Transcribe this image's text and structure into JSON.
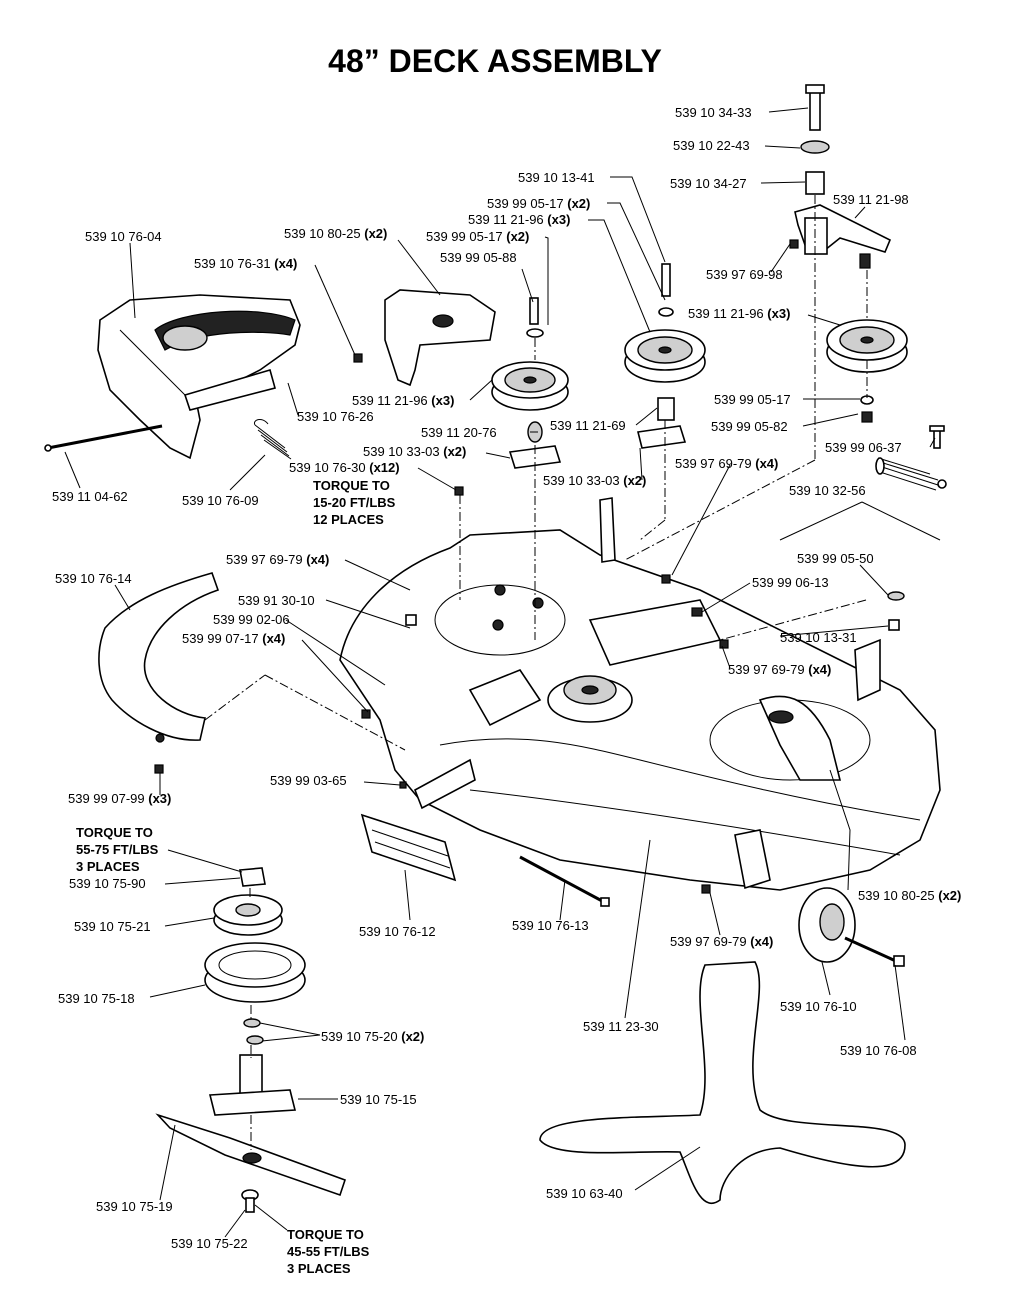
{
  "title": "48” DECK ASSEMBLY",
  "labels": {
    "p3410_34_33": {
      "text": "539 10 34-33",
      "qty": ""
    },
    "p3410_22_43": {
      "text": "539 10 22-43",
      "qty": ""
    },
    "p3910_13_41": {
      "text": "539 10 13-41",
      "qty": ""
    },
    "p3910_34_27": {
      "text": "539 10 34-27",
      "qty": ""
    },
    "p3999_05_17a": {
      "text": "539 99 05-17",
      "qty": "(x2)"
    },
    "p3911_21_96a": {
      "text": "539 11 21-96",
      "qty": "(x3)"
    },
    "p3911_21_98": {
      "text": "539 11 21-98",
      "qty": ""
    },
    "p3910_76_04": {
      "text": "539 10 76-04",
      "qty": ""
    },
    "p3910_80_25a": {
      "text": "539 10 80-25",
      "qty": "(x2)"
    },
    "p3999_05_17b": {
      "text": "539 99 05-17",
      "qty": "(x2)"
    },
    "p3910_76_31": {
      "text": "539 10 76-31",
      "qty": "(x4)"
    },
    "p3999_05_88": {
      "text": "539 99 05-88",
      "qty": ""
    },
    "p3997_69_98": {
      "text": "539 97 69-98",
      "qty": ""
    },
    "p3911_21_96b": {
      "text": "539 11 21-96",
      "qty": "(x3)"
    },
    "p3911_21_96c": {
      "text": "539 11 21-96",
      "qty": "(x3)"
    },
    "p3910_76_26": {
      "text": "539 10 76-26",
      "qty": ""
    },
    "p3999_05_17c": {
      "text": "539 99 05-17",
      "qty": ""
    },
    "p3911_20_76": {
      "text": "539 11 20-76",
      "qty": ""
    },
    "p3911_21_69": {
      "text": "539 11 21-69",
      "qty": ""
    },
    "p3999_05_82": {
      "text": "539 99 05-82",
      "qty": ""
    },
    "p3910_33_03a": {
      "text": "539 10 33-03",
      "qty": "(x2)"
    },
    "p3999_06_37": {
      "text": "539 99 06-37",
      "qty": ""
    },
    "p3910_76_30": {
      "text": "539 10 76-30",
      "qty": "(x12)"
    },
    "p3997_69_79a": {
      "text": "539 97 69-79",
      "qty": "(x4)"
    },
    "p3910_33_03b": {
      "text": "539 10 33-03",
      "qty": "(x2)"
    },
    "p3910_32_56": {
      "text": "539 10 32-56",
      "qty": ""
    },
    "p3911_04_62": {
      "text": "539 11 04-62",
      "qty": ""
    },
    "p3910_76_09": {
      "text": "539 10 76-09",
      "qty": ""
    },
    "p3997_69_79b": {
      "text": "539 97 69-79",
      "qty": "(x4)"
    },
    "p3999_05_50": {
      "text": "539 99 05-50",
      "qty": ""
    },
    "p3910_76_14": {
      "text": "539 10 76-14",
      "qty": ""
    },
    "p3999_06_13": {
      "text": "539 99 06-13",
      "qty": ""
    },
    "p3991_30_10": {
      "text": "539 91 30-10",
      "qty": ""
    },
    "p3999_02_06": {
      "text": "539 99 02-06",
      "qty": ""
    },
    "p3910_13_31": {
      "text": "539 10 13-31",
      "qty": ""
    },
    "p3999_07_17": {
      "text": "539 99 07-17",
      "qty": "(x4)"
    },
    "p3997_69_79c": {
      "text": "539 97 69-79",
      "qty": "(x4)"
    },
    "p3999_03_65": {
      "text": "539 99 03-65",
      "qty": ""
    },
    "p3999_07_99": {
      "text": "539 99 07-99",
      "qty": "(x3)"
    },
    "p3910_75_90": {
      "text": "539 10 75-90",
      "qty": ""
    },
    "p3910_80_25b": {
      "text": "539 10 80-25",
      "qty": "(x2)"
    },
    "p3910_75_21": {
      "text": "539 10 75-21",
      "qty": ""
    },
    "p3910_76_12": {
      "text": "539 10 76-12",
      "qty": ""
    },
    "p3910_76_13": {
      "text": "539 10 76-13",
      "qty": ""
    },
    "p3997_69_79d": {
      "text": "539 97 69-79",
      "qty": "(x4)"
    },
    "p3910_75_18": {
      "text": "539 10 75-18",
      "qty": ""
    },
    "p3910_76_10": {
      "text": "539 10 76-10",
      "qty": ""
    },
    "p3911_23_30": {
      "text": "539 11 23-30",
      "qty": ""
    },
    "p3910_75_20": {
      "text": "539 10 75-20",
      "qty": "(x2)"
    },
    "p3910_76_08": {
      "text": "539 10 76-08",
      "qty": ""
    },
    "p3910_75_15": {
      "text": "539 10 75-15",
      "qty": ""
    },
    "p3910_75_19": {
      "text": "539 10 75-19",
      "qty": ""
    },
    "p3910_63_40": {
      "text": "539 10 63-40",
      "qty": ""
    },
    "p3910_75_22": {
      "text": "539 10 75-22",
      "qty": ""
    }
  },
  "notes": {
    "torque_bolts": [
      "TORQUE TO",
      "15-20 FT/LBS",
      "12 PLACES"
    ],
    "torque_nut": [
      "TORQUE TO",
      "55-75 FT/LBS",
      "3 PLACES"
    ],
    "torque_blade": [
      "TORQUE TO",
      "45-55 FT/LBS",
      "3 PLACES"
    ]
  }
}
